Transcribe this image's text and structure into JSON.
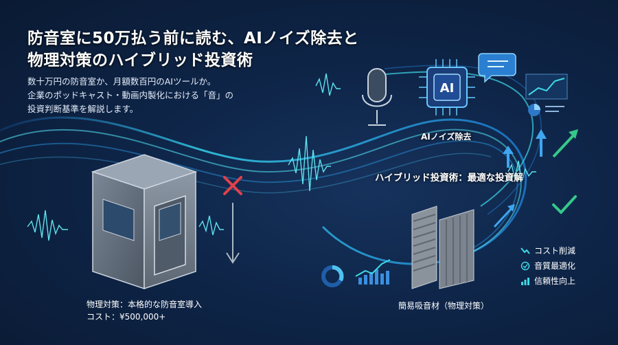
{
  "title_line1": "防音室に50万払う前に読む、AIノイズ除去と",
  "title_line2": "物理対策のハイブリッド投資術",
  "desc_line1": "数十万円の防音室か、月額数百円のAIツールか。",
  "desc_line2": "企業のポッドキャスト・動画内製化における「音」の",
  "desc_line3": "投資判断基準を解説します。",
  "ai_chip_text": "AI",
  "ai_label": "AIノイズ除去",
  "hybrid_label": "ハイブリッド投資術：最適な投資解",
  "booth_label": "物理対策：本格的な防音室導入",
  "booth_cost": "コスト：¥500,000+",
  "panel_label": "簡易吸音材（物理対策）",
  "legend": [
    {
      "icon": "trend-down-icon",
      "text": "コスト削減"
    },
    {
      "icon": "check-circle-icon",
      "text": "音質最適化"
    },
    {
      "icon": "bar-chart-icon",
      "text": "信頼性向上"
    }
  ],
  "colors": {
    "accent": "#3fd9e6",
    "wave": "#5fe3ee",
    "reject": "#e0414b",
    "approve": "#35c98a",
    "background": "#0e2548"
  }
}
